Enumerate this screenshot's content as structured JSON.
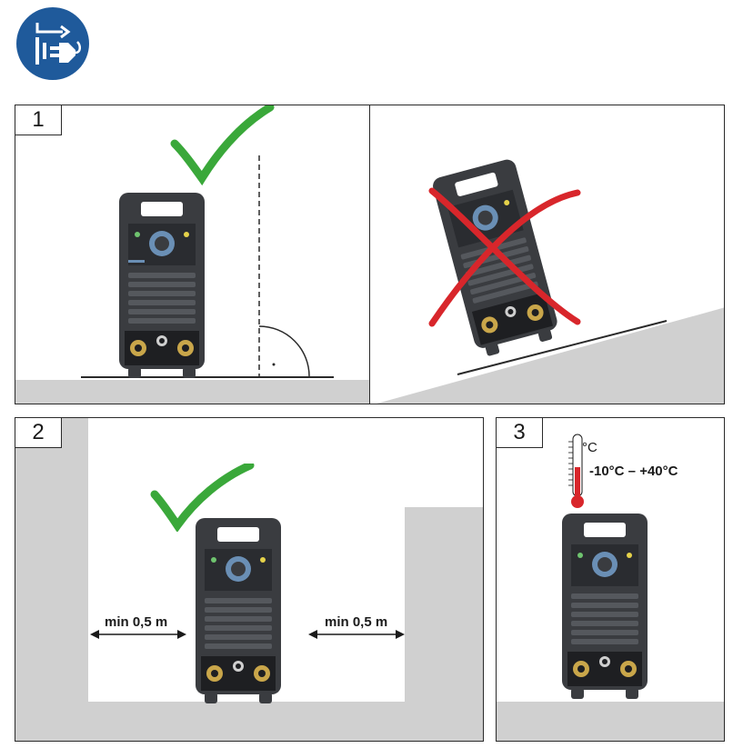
{
  "header": {
    "icon": "disconnect-mains-plug-icon",
    "icon_color": "#1f5a9b"
  },
  "panels": [
    {
      "number": "1",
      "left_state": "correct-upright",
      "right_state": "incorrect-tilted"
    },
    {
      "number": "2",
      "clearance_left": "min 0,5 m",
      "clearance_right": "min 0,5 m"
    },
    {
      "number": "3",
      "temp_unit": "°C",
      "temp_range": "-10°C – +40°C"
    }
  ],
  "colors": {
    "check": "#3aa83a",
    "cross": "#d8262b",
    "floor": "#d0d0d0",
    "device": "#3a3c40",
    "thermo_red": "#d8262b"
  }
}
